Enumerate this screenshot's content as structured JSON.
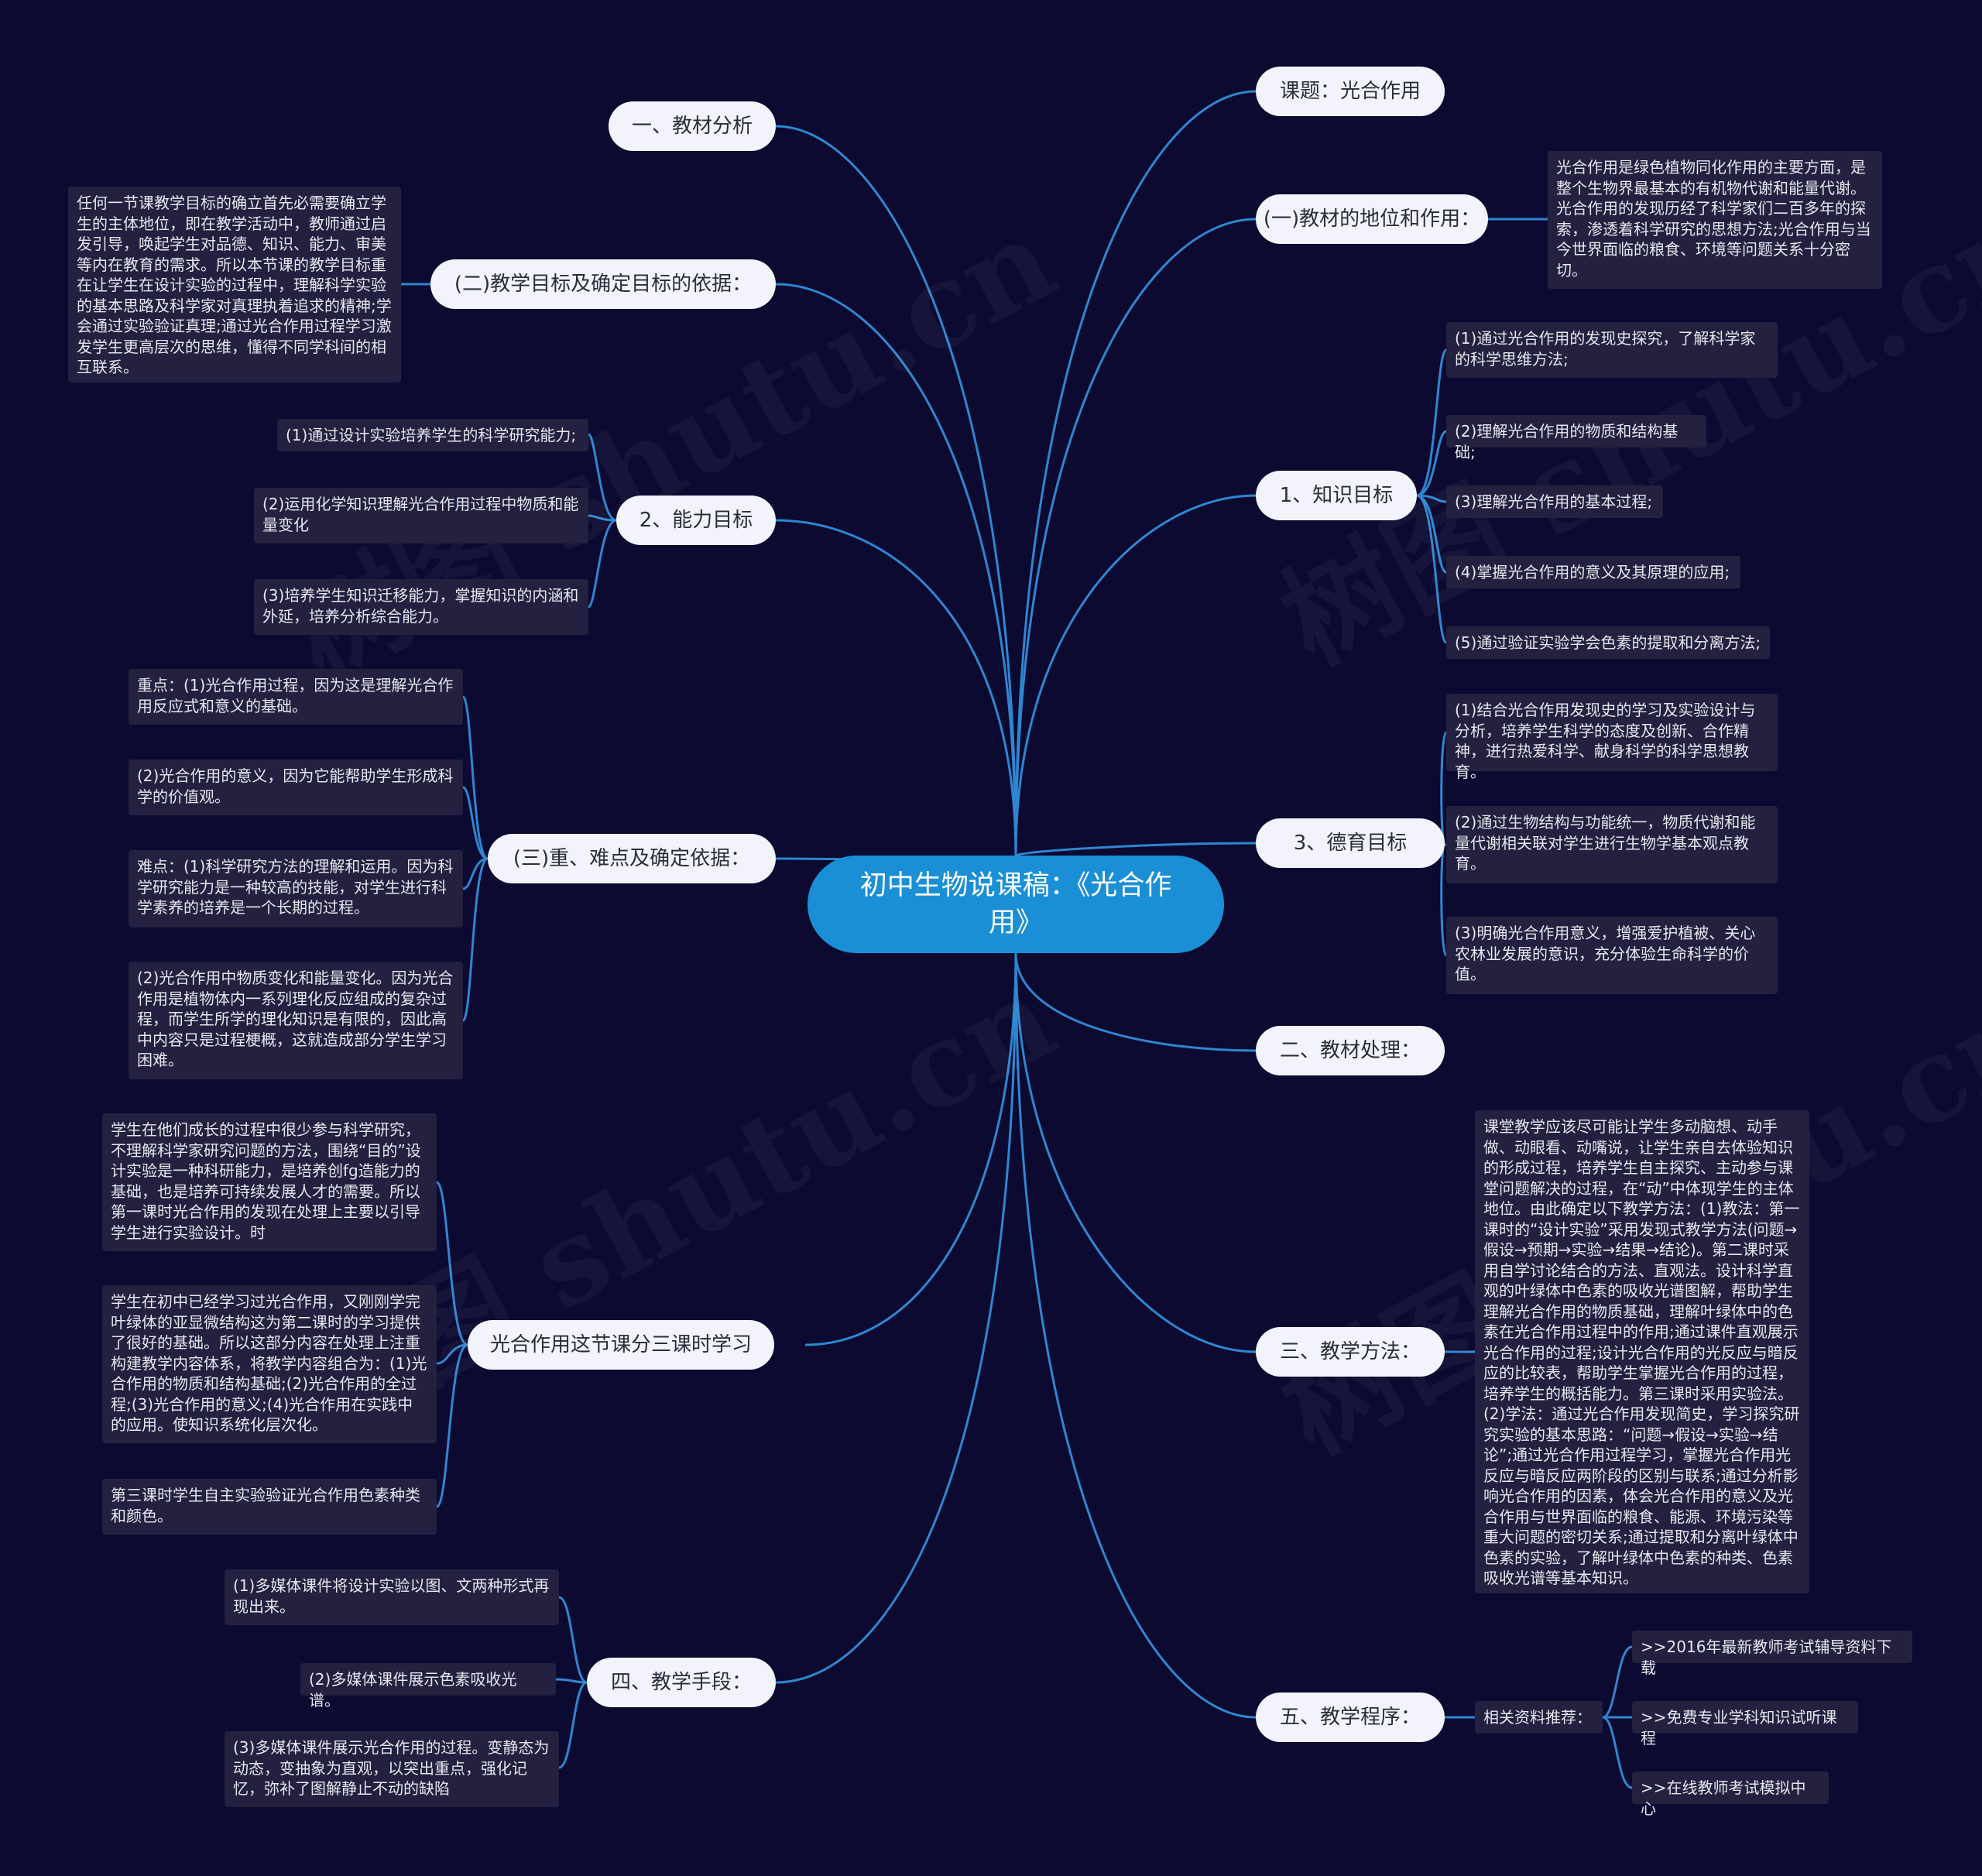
{
  "watermark": "树图 shutu.cn",
  "root": {
    "label": "初中生物说课稿：《光合作用》"
  },
  "branches": {
    "jiaocai_fenxi": "一、教材分析",
    "mubiao_yiju": "(二)教学目标及确定目标的依据：",
    "nengli": "2、能力目标",
    "zhongnandian": "(三)重、难点及确定依据：",
    "keshi": "光合作用这节课分三课时学习",
    "shouduan": "四、教学手段：",
    "keti": "课题：光合作用",
    "diwei": "(一)教材的地位和作用：",
    "zhishi": "1、知识目标",
    "deyu": "3、德育目标",
    "chuli": "二、教材处理：",
    "fangfa": "三、教学方法：",
    "chengxu": "五、教学程序："
  },
  "leaves": {
    "mubiao_text": "任何一节课教学目标的确立首先必需要确立学生的主体地位，即在教学活动中，教师通过启发引导，唤起学生对品德、知识、能力、审美等内在教育的需求。所以本节课的教学目标重在让学生在设计实验的过程中，理解科学实验的基本思路及科学家对真理执着追求的精神;学会通过实验验证真理;通过光合作用过程学习激发学生更高层次的思维，懂得不同学科间的相互联系。",
    "nengli_1": "(1)通过设计实验培养学生的科学研究能力;",
    "nengli_2": "(2)运用化学知识理解光合作用过程中物质和能量变化",
    "nengli_3": "(3)培养学生知识迁移能力，掌握知识的内涵和外延，培养分析综合能力。",
    "zn_1": "重点：(1)光合作用过程，因为这是理解光合作用反应式和意义的基础。",
    "zn_2": "(2)光合作用的意义，因为它能帮助学生形成科学的价值观。",
    "zn_3": "难点：(1)科学研究方法的理解和运用。因为科学研究能力是一种较高的技能，对学生进行科学素养的培养是一个长期的过程。",
    "zn_4": "(2)光合作用中物质变化和能量变化。因为光合作用是植物体内一系列理化反应组成的复杂过程，而学生所学的理化知识是有限的，因此高中内容只是过程梗概，这就造成部分学生学习困难。",
    "ks_1": "学生在他们成长的过程中很少参与科学研究，不理解科学家研究问题的方法，围绕“目的”设计实验是一种科研能力，是培养创fg造能力的基础，也是培养可持续发展人才的需要。所以第一课时光合作用的发现在处理上主要以引导学生进行实验设计。时",
    "ks_2": "学生在初中已经学习过光合作用，又刚刚学完叶绿体的亚显微结构这为第二课时的学习提供了很好的基础。所以这部分内容在处理上注重构建教学内容体系，将教学内容组合为：(1)光合作用的物质和结构基础;(2)光合作用的全过程;(3)光合作用的意义;(4)光合作用在实践中的应用。使知识系统化层次化。",
    "ks_3": "第三课时学生自主实验验证光合作用色素种类和颜色。",
    "sd_1": "(1)多媒体课件将设计实验以图、文两种形式再现出来。",
    "sd_2": "(2)多媒体课件展示色素吸收光谱。",
    "sd_3": "(3)多媒体课件展示光合作用的过程。变静态为动态，变抽象为直观，以突出重点，强化记忆，弥补了图解静止不动的缺陷",
    "diwei_text": "光合作用是绿色植物同化作用的主要方面，是整个生物界最基本的有机物代谢和能量代谢。光合作用的发现历经了科学家们二百多年的探索，渗透着科学研究的思想方法;光合作用与当今世界面临的粮食、环境等问题关系十分密切。",
    "zs_1": "(1)通过光合作用的发现史探究，了解科学家的科学思维方法;",
    "zs_2": "(2)理解光合作用的物质和结构基础;",
    "zs_3": "(3)理解光合作用的基本过程;",
    "zs_4": "(4)掌握光合作用的意义及其原理的应用;",
    "zs_5": "(5)通过验证实验学会色素的提取和分离方法;",
    "dy_1": "(1)结合光合作用发现史的学习及实验设计与分析，培养学生科学的态度及创新、合作精神，进行热爱科学、献身科学的科学思想教育。",
    "dy_2": "(2)通过生物结构与功能统一，物质代谢和能量代谢相关联对学生进行生物学基本观点教育。",
    "dy_3": "(3)明确光合作用意义，增强爱护植被、关心农林业发展的意识，充分体验生命科学的价值。",
    "ff_text": "课堂教学应该尽可能让学生多动脑想、动手做、动眼看、动嘴说，让学生亲自去体验知识的形成过程，培养学生自主探究、主动参与课堂问题解决的过程，在“动”中体现学生的主体地位。由此确定以下教学方法：(1)教法：第一课时的“设计实验”采用发现式教学方法(问题→假设→预期→实验→结果→结论)。第二课时采用自学讨论结合的方法、直观法。设计科学直观的叶绿体中色素的吸收光谱图解，帮助学生理解光合作用的物质基础，理解叶绿体中的色素在光合作用过程中的作用;通过课件直观展示光合作用的过程;设计光合作用的光反应与暗反应的比较表，帮助学生掌握光合作用的过程，培养学生的概括能力。第三课时采用实验法。(2)学法：通过光合作用发现简史，学习探究研究实验的基本思路：“问题→假设→实验→结论”;通过光合作用过程学习，掌握光合作用光反应与暗反应两阶段的区别与联系;通过分析影响光合作用的因素，体会光合作用的意义及光合作用与世界面临的粮食、能源、环境污染等重大问题的密切关系;通过提取和分离叶绿体中色素的实验，了解叶绿体中色素的种类、色素吸收光谱等基本知识。",
    "cx_label": "相关资料推荐：",
    "cx_1": ">>2016年最新教师考试辅导资料下载",
    "cx_2": ">>免费专业学科知识试听课程",
    "cx_3": ">>在线教师考试模拟中心"
  },
  "colors": {
    "background": "#0c0a30",
    "root": "#1b8fd6",
    "link": "#2f86d1",
    "branch": "#f2f3fb",
    "leaf": "#23213f"
  }
}
